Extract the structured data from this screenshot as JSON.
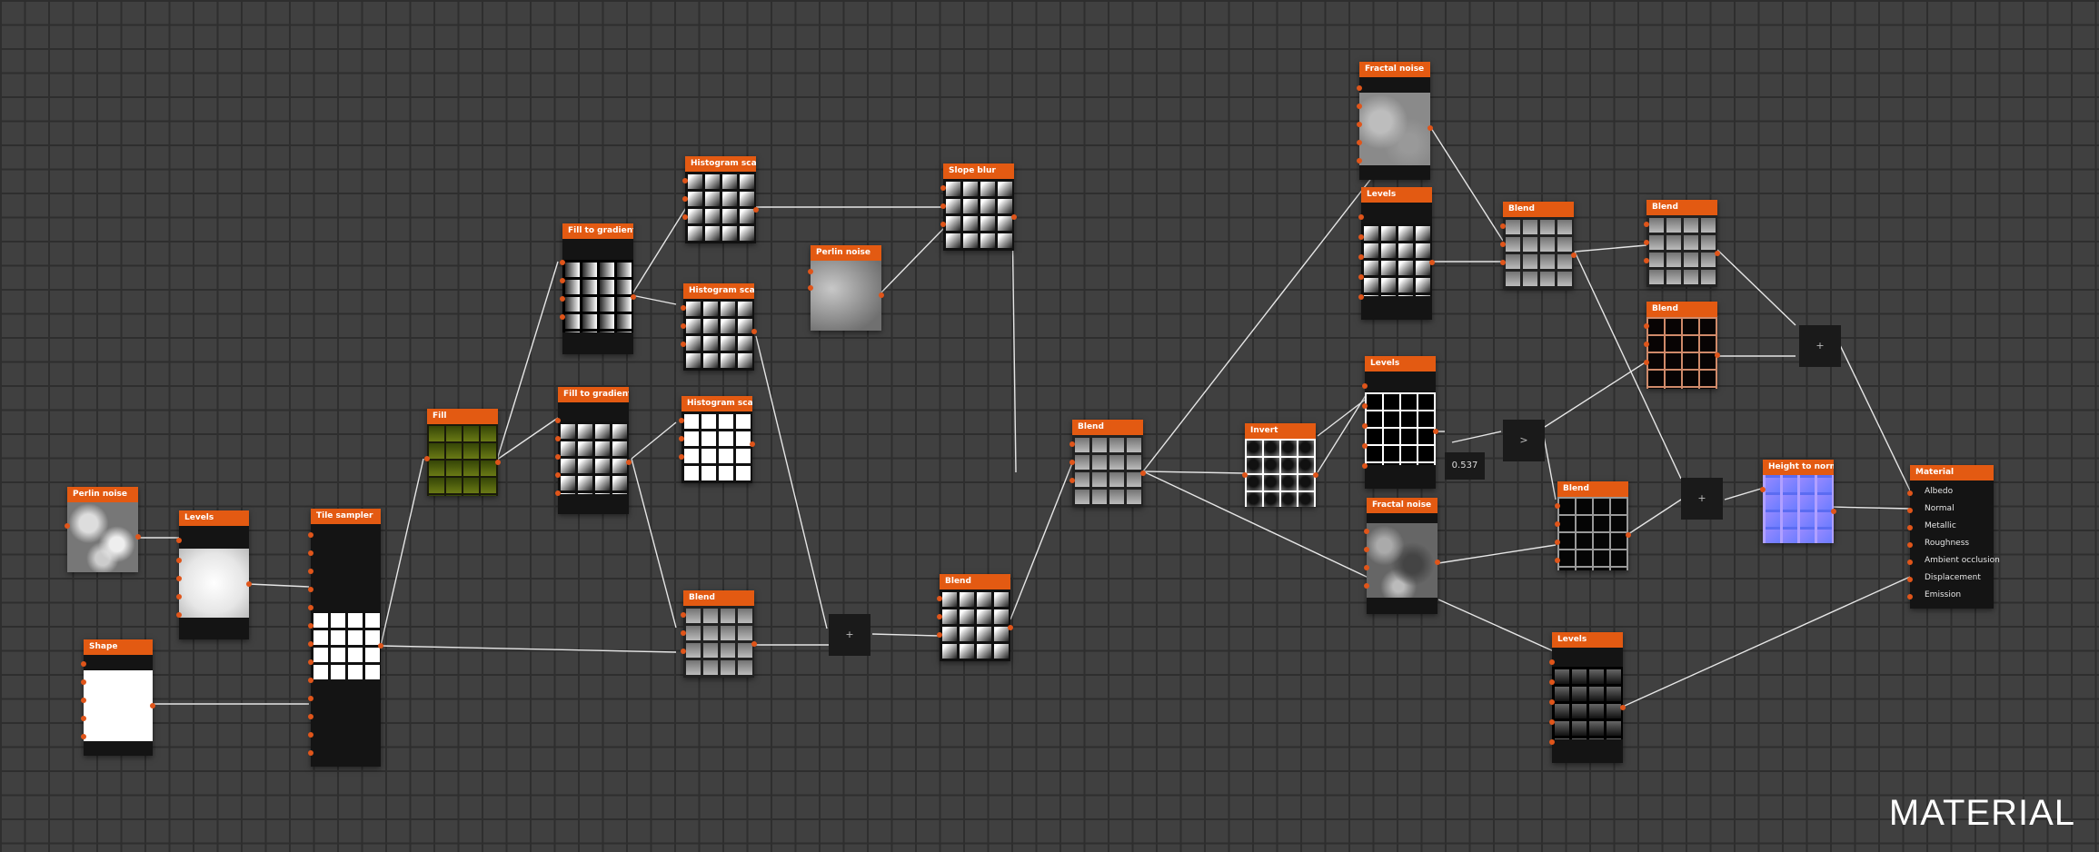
{
  "graph": {
    "nodes": {
      "perlin_noise_1": {
        "title": "Perlin noise"
      },
      "levels_1": {
        "title": "Levels"
      },
      "shape": {
        "title": "Shape"
      },
      "tile_sampler": {
        "title": "Tile sampler"
      },
      "fill": {
        "title": "Fill"
      },
      "fill_to_gradient_1": {
        "title": "Fill to gradient"
      },
      "fill_to_gradient_2": {
        "title": "Fill to gradient"
      },
      "histogram_scan_1": {
        "title": "Histogram scan"
      },
      "histogram_scan_2": {
        "title": "Histogram scan"
      },
      "histogram_scan_3": {
        "title": "Histogram scan"
      },
      "blend_1": {
        "title": "Blend"
      },
      "perlin_noise_2": {
        "title": "Perlin noise"
      },
      "slope_blur": {
        "title": "Slope blur"
      },
      "blend_2": {
        "title": "Blend"
      },
      "blend_3": {
        "title": "Blend"
      },
      "invert": {
        "title": "Invert"
      },
      "fractal_noise_1": {
        "title": "Fractal noise"
      },
      "levels_2": {
        "title": "Levels"
      },
      "levels_3": {
        "title": "Levels"
      },
      "fractal_noise_2": {
        "title": "Fractal noise"
      },
      "blend_4": {
        "title": "Blend"
      },
      "blend_5": {
        "title": "Blend"
      },
      "blend_6": {
        "title": "Blend"
      },
      "blend_7": {
        "title": "Blend"
      },
      "levels_4": {
        "title": "Levels"
      },
      "height_to_normal": {
        "title": "Height to normal"
      },
      "material": {
        "title": "Material"
      }
    },
    "operators": {
      "add_1": "+",
      "add_2": "+",
      "add_3": "+",
      "compare": ">"
    },
    "value_0537": "0.537",
    "material_inputs": [
      "Albedo",
      "Normal",
      "Metallic",
      "Roughness",
      "Ambient occlusion",
      "Displacement",
      "Emission"
    ]
  },
  "watermark": "MATERIAL",
  "colors": {
    "node_header": "#e35a12",
    "port": "#e0551a",
    "background": "#404040",
    "wire": "#e8e8e8"
  }
}
